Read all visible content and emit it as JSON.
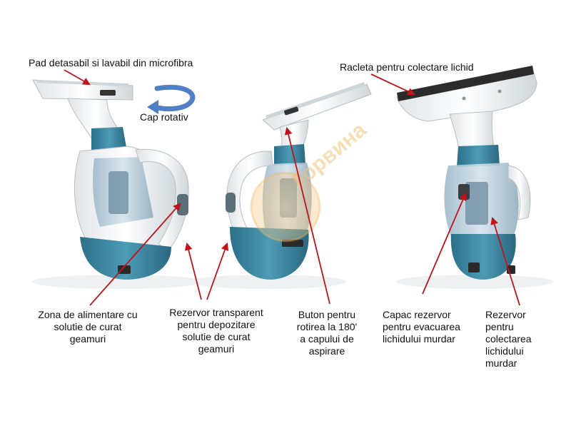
{
  "labels": {
    "pad": "Pad detasabil si lavabil din microfibra",
    "cap": "Cap rotativ",
    "racleta": "Racleta pentru colectare lichid",
    "zona": "Zona de alimentare cu\nsolutie de curat\ngeamuri",
    "rezervor_transparent": "Rezervor transparent\npentru depozitare\nsolutie de curat\ngeamuri",
    "buton": "Buton pentru\nrotirea la 180'\na capului de\naspirare",
    "capac": "Capac rezervor\npentru evacuarea\nlichidului murdar",
    "rezervor_colectare": "Rezervor\npentru\ncolectarea\nlichidului\nmurdar"
  },
  "watermark_text": "Горвина",
  "colors": {
    "arrow": "#c0141c",
    "rotate_arrow": "#4f7fc4",
    "body_teal": "#3f8aa6",
    "body_white": "#f4f6f7",
    "tank": "#b9cfdd",
    "squeegee_black": "#2b2b2b",
    "watermark": "#f3c27a"
  },
  "icons": [
    "rotate-arrow-icon",
    "watermark-logo-icon"
  ]
}
